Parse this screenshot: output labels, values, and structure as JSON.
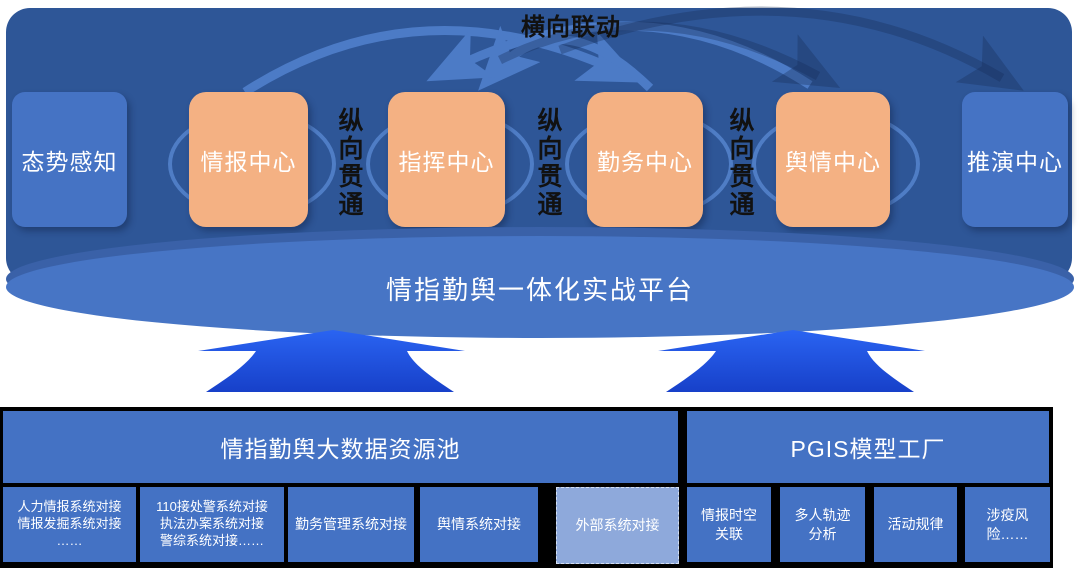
{
  "labels": {
    "horizontal_linkage": "横向联动",
    "vertical_linkage": "纵向贯通",
    "platform": "情指勤舆一体化实战平台"
  },
  "centers": [
    {
      "label": "态势感知",
      "type": "blue"
    },
    {
      "label": "情报中心",
      "type": "orange"
    },
    {
      "label": "指挥中心",
      "type": "orange"
    },
    {
      "label": "勤务中心",
      "type": "orange"
    },
    {
      "label": "舆情中心",
      "type": "orange"
    },
    {
      "label": "推演中心",
      "type": "blue"
    }
  ],
  "bottom": {
    "resource_pool_title": "情指勤舆大数据资源池",
    "pgis_title": "PGIS模型工厂",
    "boxes": [
      {
        "lines": [
          "人力情报系统对接",
          "情报发掘系统对接",
          "……"
        ]
      },
      {
        "lines": [
          "110接处警系统对接",
          "执法办案系统对接",
          "警综系统对接……"
        ]
      },
      {
        "lines": [
          "勤务管理系统对接"
        ]
      },
      {
        "lines": [
          "舆情系统对接"
        ]
      },
      {
        "lines": [
          "外部系统对接"
        ],
        "variant": "light"
      },
      {
        "lines": [
          "情报时空",
          "关联"
        ]
      },
      {
        "lines": [
          "多人轨迹",
          "分析"
        ]
      },
      {
        "lines": [
          "活动规律"
        ]
      },
      {
        "lines": [
          "涉疫风",
          "险……"
        ]
      }
    ]
  },
  "colors": {
    "panel": "#2E5697",
    "box_blue": "#4573C4",
    "box_orange": "#F4B183",
    "ellipse": "#4775C5",
    "ellipse_rim": "#3A61A8",
    "up_arrow": "#1F50E0",
    "bottom_box": "#4472C4",
    "bottom_box_light": "#8EA9DB",
    "bottom_backing": "#000000",
    "linkage_arc": "#4C7BC6"
  }
}
